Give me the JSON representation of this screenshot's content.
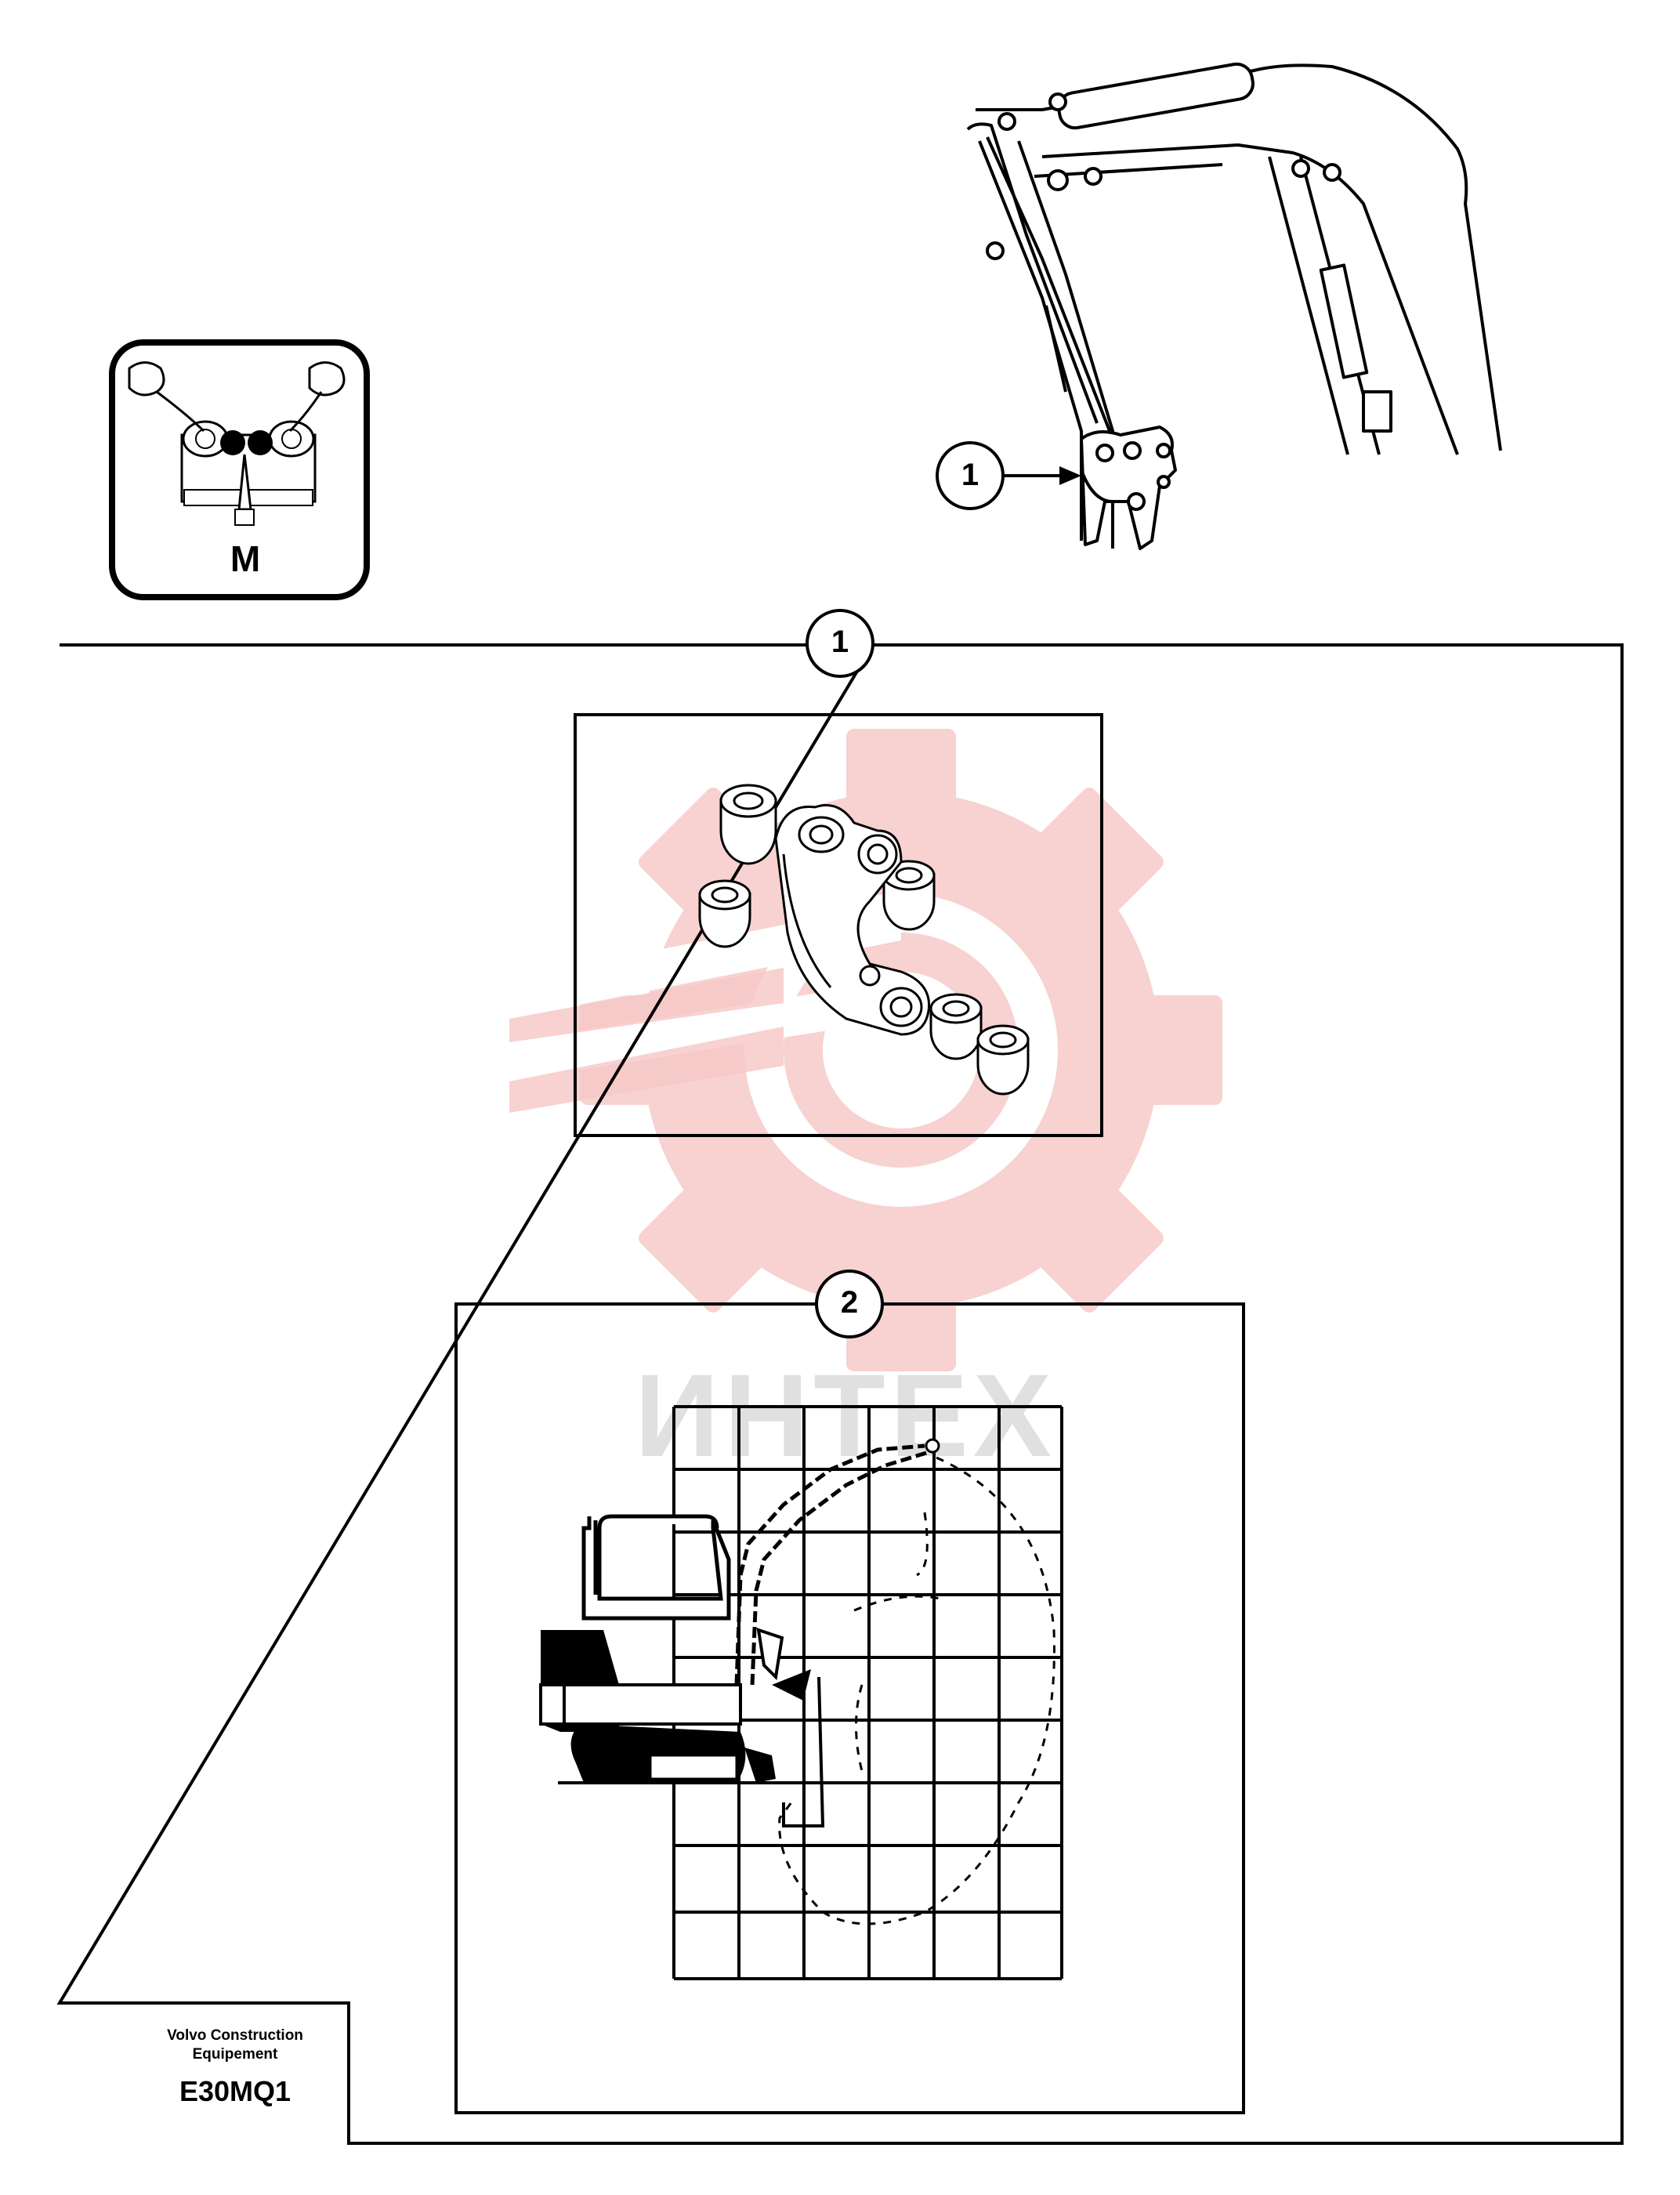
{
  "controls_symbol": {
    "letter": "M",
    "icon": "joystick-controls-icon"
  },
  "boom_view": {
    "callout": "1"
  },
  "main_frame": {
    "callout": "1"
  },
  "detail_box": {
    "icon": "boom-link-bushings-icon"
  },
  "work_range_box": {
    "callout": "2",
    "icon": "work-range-grid-icon"
  },
  "watermark": {
    "icon": "gear-logo-watermark-icon",
    "text": "ИНТЕХ",
    "color": "#f4a4a4"
  },
  "publisher": {
    "line1": "Volvo Construction",
    "line2": "Equipement",
    "code": "E30MQ1"
  }
}
